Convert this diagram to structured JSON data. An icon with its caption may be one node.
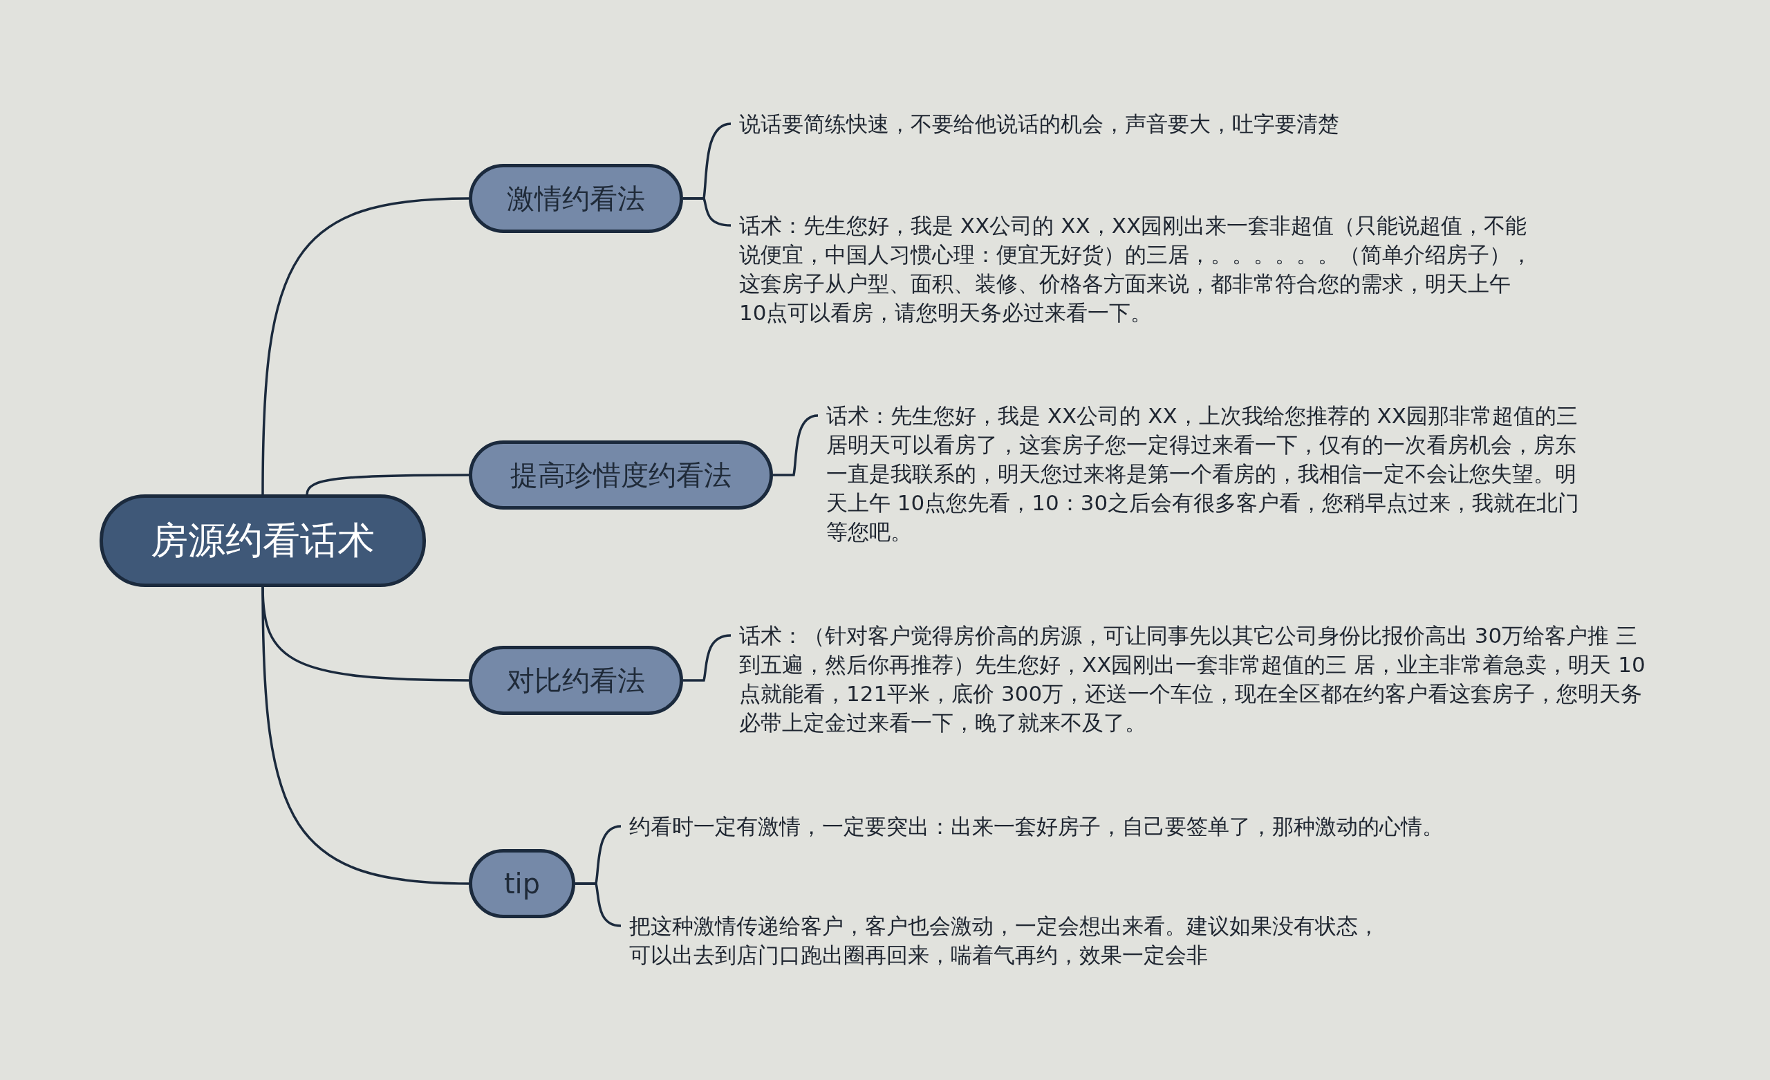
{
  "diagram": {
    "nodes": [
      {
        "text": [
          "房源约看话术"
        ]
      },
      {
        "text": [
          "激情约看法"
        ]
      },
      {
        "text": [
          "说话要简练快速，不要给他说话的机会，声音要大，吐字要清楚"
        ]
      },
      {
        "text": [
          "话术：先生您好，我是 XX公司的 XX，XX园刚出来一套非超值（只能说超值，不能说便宜，中国人习惯心理：便宜无好货）的三居，。。。。。。（简单介绍房子），这套房子从户型、面积、装修、价格各方面来说，都非常符合您的需求，明天上午 10点可以看房，请您明天务必过来看一下。"
        ]
      },
      {
        "text": [
          "提高珍惜度约看法"
        ]
      },
      {
        "text": [
          "话术：先生您好，我是 XX公司的 XX，上次我给您推荐的 XX园那非常超值的三居明天可以看房了，这套房子您一定得过来看一下，仅有的一次看房机会，房东一直是我联系的，明天您过来将是第一个看房的，我相信一定不会让您失望。明天上午 10点您先看，10：30之后会有很多客户看，您稍早点过来，我就在北门等您吧。"
        ]
      },
      {
        "text": [
          "对比约看法"
        ]
      },
      {
        "text": [
          "话术：（针对客户觉得房价高的房源，可让同事先以其它公司身份比报价高出 30万给客户推 三到五遍，然后你再推荐）先生您好，XX园刚出一套非常超值的三 居，业主非常着急卖，明天 10点就能看，121平米，底价 300万，还送一个车位，现在全区都在约客户看这套房子，您明天务必带上定金过来看一下，晚了就来不及了。"
        ]
      },
      {
        "text": [
          "tip"
        ]
      },
      {
        "text": [
          "约看时一定有激情，一定要突出：出来一套好房子，自己要签单了，那种激动的心情。"
        ]
      },
      {
        "text": [
          "把这种激情传递给客户，客户也会激动，一定会想出来看。建议如果没有状态，可以出去到店门口跑出圈再回来，喘着气再约，效果一定会非"
        ]
      }
    ],
    "edges": [
      {
        "from": 0,
        "to": 1,
        "arrow": "none"
      },
      {
        "from": 1,
        "to": 2,
        "arrow": "none"
      },
      {
        "from": 1,
        "to": 3,
        "arrow": "none"
      },
      {
        "from": 0,
        "to": 4,
        "arrow": "none"
      },
      {
        "from": 4,
        "to": 5,
        "arrow": "none"
      },
      {
        "from": 0,
        "to": 6,
        "arrow": "none"
      },
      {
        "from": 6,
        "to": 7,
        "arrow": "none"
      },
      {
        "from": 0,
        "to": 8,
        "arrow": "none"
      },
      {
        "from": 8,
        "to": 9,
        "arrow": "none"
      },
      {
        "from": 8,
        "to": 10,
        "arrow": "none"
      }
    ]
  }
}
